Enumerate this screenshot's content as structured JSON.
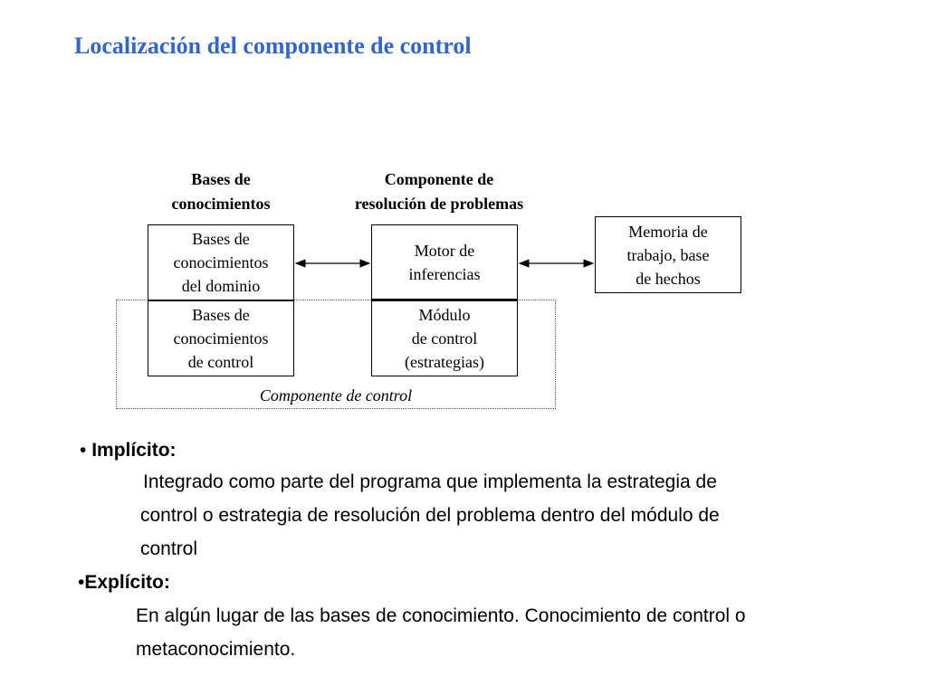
{
  "title": "Localización del componente de control",
  "diagram": {
    "header_kb": "Bases de\nconocimientos",
    "header_resolution": "Componente de\nresolución de problemas",
    "box_kb_domain": "Bases de\nconocimientos\ndel dominio",
    "box_kb_control": "Bases de\nconocimientos\nde control",
    "box_engine": "Motor de\ninferencias",
    "box_control_module": "Módulo\nde control\n(estrategias)",
    "box_memory": "Memoria de\ntrabajo, base\nde hechos",
    "control_component_label": "Componente de control"
  },
  "bullets": [
    {
      "marker": "• ",
      "heading": "Implícito:",
      "lines": [
        "Integrado como parte del programa que implementa la estrategia de",
        "control o estrategia de resolución del problema dentro del módulo de",
        "control"
      ]
    },
    {
      "marker": "•",
      "heading": "Explícito:",
      "lines": [
        "En algún lugar de las bases de conocimiento. Conocimiento de control o",
        "metaconocimiento."
      ]
    }
  ]
}
